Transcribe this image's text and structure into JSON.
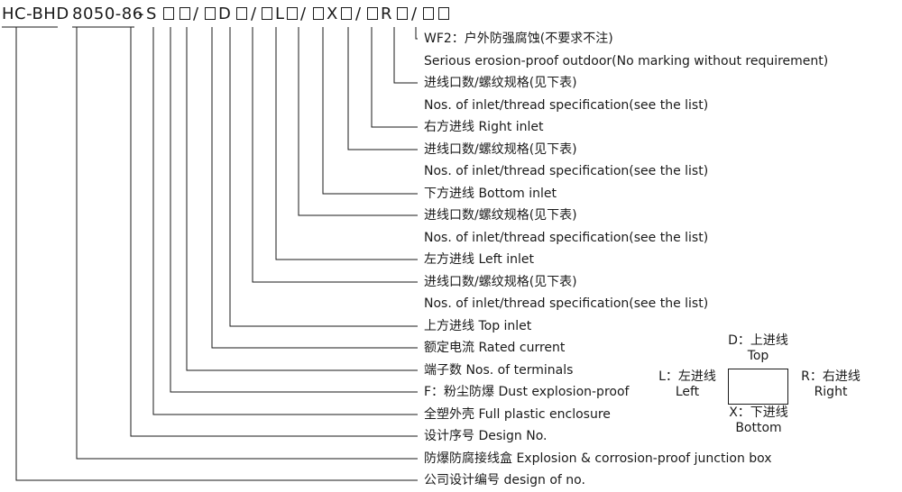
{
  "model_code": {
    "segments": [
      {
        "kind": "text",
        "text": "HC-BHD"
      },
      {
        "kind": "text",
        "text": "8050-86"
      },
      {
        "kind": "text",
        "text": "-"
      },
      {
        "kind": "text",
        "text": "S"
      },
      {
        "kind": "box"
      },
      {
        "kind": "box"
      },
      {
        "kind": "text",
        "text": "/"
      },
      {
        "kind": "box"
      },
      {
        "kind": "text",
        "text": "D"
      },
      {
        "kind": "box"
      },
      {
        "kind": "text",
        "text": "/"
      },
      {
        "kind": "box"
      },
      {
        "kind": "text",
        "text": "L"
      },
      {
        "kind": "box"
      },
      {
        "kind": "text",
        "text": "/"
      },
      {
        "kind": "box"
      },
      {
        "kind": "text",
        "text": "X"
      },
      {
        "kind": "box"
      },
      {
        "kind": "text",
        "text": "/"
      },
      {
        "kind": "box"
      },
      {
        "kind": "text",
        "text": "R"
      },
      {
        "kind": "box"
      },
      {
        "kind": "text",
        "text": "/"
      },
      {
        "kind": "box"
      },
      {
        "kind": "box"
      }
    ]
  },
  "callouts": [
    {
      "label": "WF2：户外防强腐蚀(不要求不注)"
    },
    {
      "label": "Serious erosion-proof outdoor(No marking without requirement)"
    },
    {
      "label": "进线口数/螺纹规格(见下表)"
    },
    {
      "label": "Nos. of inlet/thread specification(see the list)"
    },
    {
      "label": "右方进线  Right inlet"
    },
    {
      "label": "进线口数/螺纹规格(见下表)"
    },
    {
      "label": "Nos. of inlet/thread specification(see the list)"
    },
    {
      "label": "下方进线  Bottom inlet"
    },
    {
      "label": "进线口数/螺纹规格(见下表)"
    },
    {
      "label": "Nos. of inlet/thread specification(see the list)"
    },
    {
      "label": "左方进线  Left inlet"
    },
    {
      "label": "进线口数/螺纹规格(见下表)"
    },
    {
      "label": "Nos. of inlet/thread specification(see the list)"
    },
    {
      "label": "上方进线  Top inlet"
    },
    {
      "label": "额定电流  Rated current"
    },
    {
      "label": "端子数  Nos. of terminals"
    },
    {
      "label": "F：粉尘防爆  Dust explosion-proof"
    },
    {
      "label": "全塑外壳  Full plastic enclosure"
    },
    {
      "label": "设计序号  Design No."
    },
    {
      "label": "防爆防腐接线盒  Explosion & corrosion-proof junction box"
    },
    {
      "label": "公司设计编号 design of no."
    }
  ],
  "legend": {
    "top_cn": "D：上进线",
    "top_en": "Top",
    "left_cn": "L：左进线",
    "left_en": "Left",
    "right_cn": "R：右进线",
    "right_en": "Right",
    "bottom_cn": "X：下进线",
    "bottom_en": "Bottom"
  },
  "colors": {
    "ink": "#1a1a1a",
    "background": "#ffffff"
  }
}
